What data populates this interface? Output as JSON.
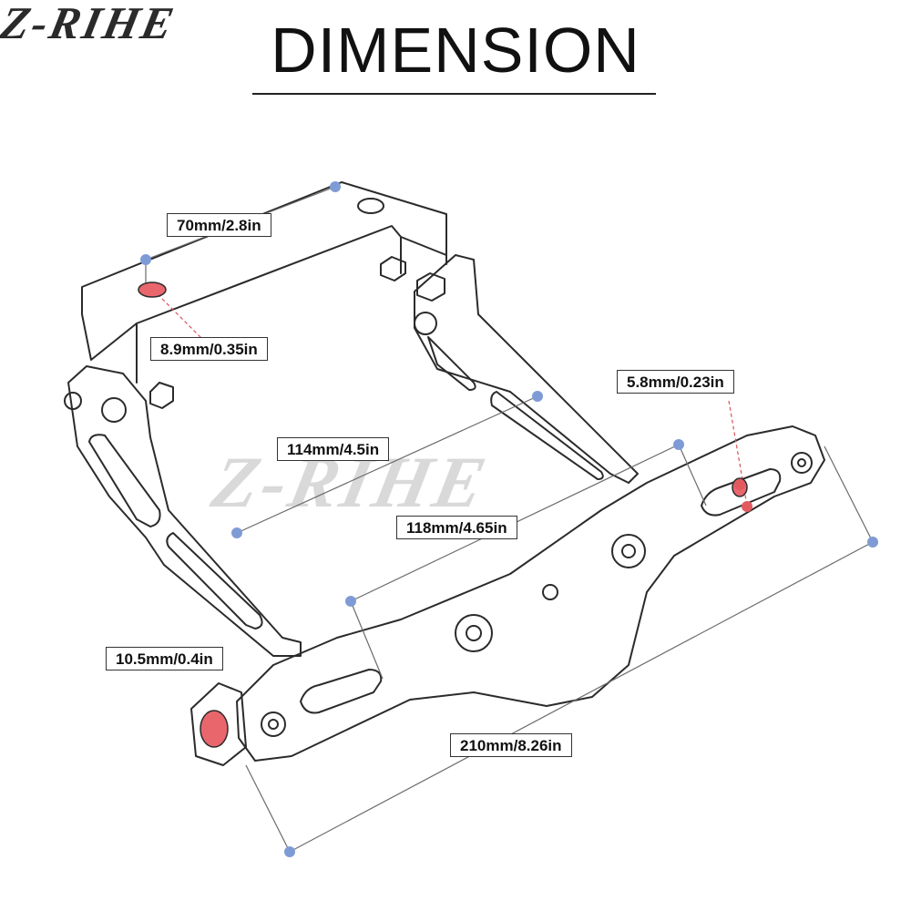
{
  "brand": {
    "logo": "Z-RIHE",
    "watermark": "Z-RIHE"
  },
  "title": "DIMENSION",
  "dimensions": {
    "width_top": "70mm/2.8in",
    "mount_hole": "8.9mm/0.35in",
    "slot_width": "5.8mm/0.23in",
    "arm_length": "114mm/4.5in",
    "plate_width": "118mm/4.65in",
    "pivot_hole": "10.5mm/0.4in",
    "total_length": "210mm/8.26in"
  },
  "colors": {
    "line": "#2b2b2b",
    "dim_line": "#666666",
    "point_blue": "#7f9bd6",
    "point_red": "#e25a5f",
    "hole_red": "#e8666c"
  }
}
